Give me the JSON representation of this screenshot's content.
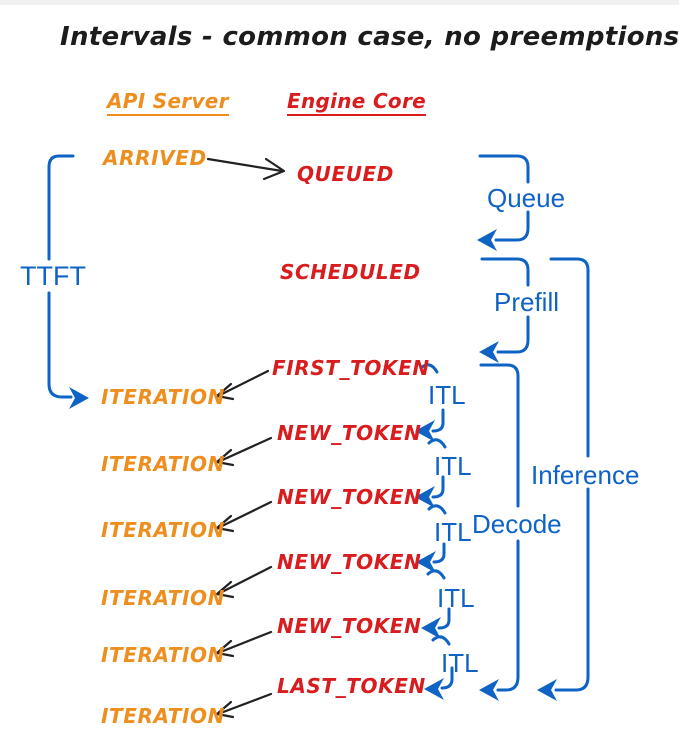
{
  "title": "Intervals - common case, no preemptions",
  "api_column": {
    "header": "API Server",
    "arrived": "ARRIVED",
    "iteration": "ITERATION"
  },
  "engine_column": {
    "header": "Engine Core",
    "queued": "QUEUED",
    "scheduled": "SCHEDULED",
    "first_token": "FIRST_TOKEN",
    "new_token": "NEW_TOKEN",
    "last_token": "LAST_TOKEN"
  },
  "intervals": {
    "ttft": "TTFT",
    "queue": "Queue",
    "prefill": "Prefill",
    "itl": "ITL",
    "decode": "Decode",
    "inference": "Inference"
  },
  "colors": {
    "orange": "#EE8E1E",
    "red": "#D91C1E",
    "blue": "#0E63C5",
    "black": "#1C1C1C"
  }
}
